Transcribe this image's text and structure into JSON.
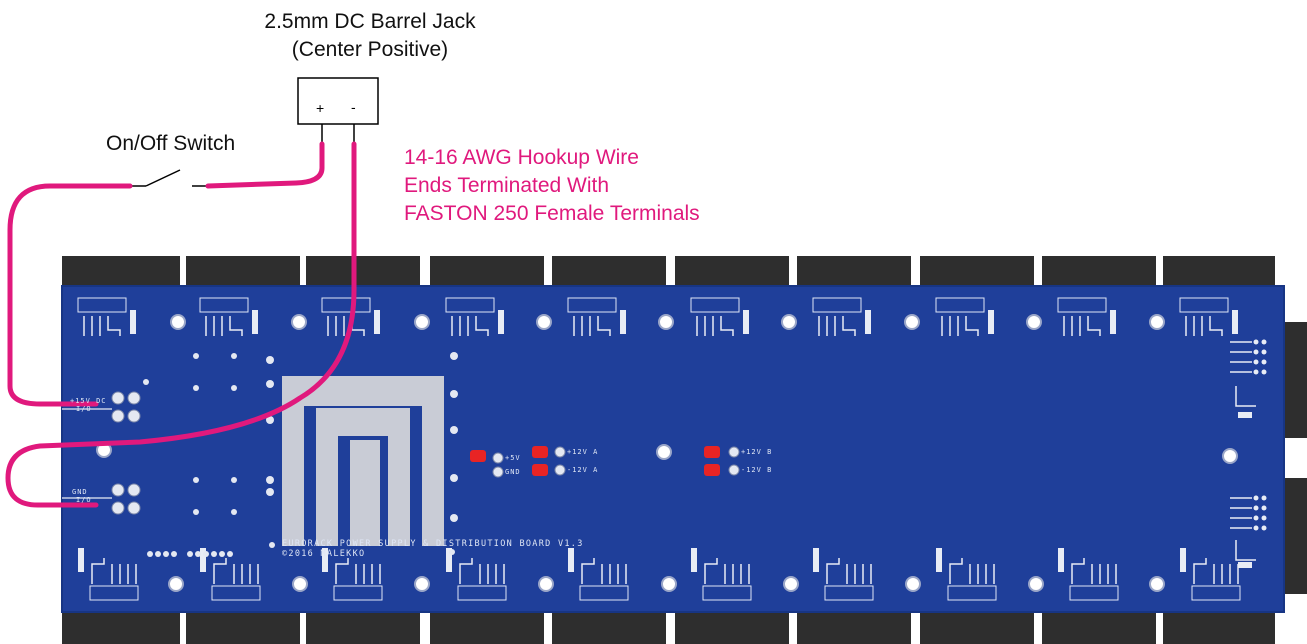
{
  "barrel_jack": {
    "title_line1": "2.5mm DC Barrel Jack",
    "title_line2": "(Center Positive)",
    "plus_label": "+",
    "minus_label": "-"
  },
  "switch": {
    "label": "On/Off Switch"
  },
  "wire_note": {
    "line1": "14-16 AWG Hookup Wire",
    "line2": "Ends Terminated With",
    "line3": "FASTON 250 Female Terminals"
  },
  "board": {
    "title": "EURORACK POWER SUPPLY & DISTRIBUTION BOARD V1.3",
    "copyright": "©2016 MALEKKO",
    "input_label_top_a": "+15V DC",
    "input_label_top_b": "I/O",
    "input_label_bottom_a": "GND",
    "input_label_bottom_b": "I/O",
    "rail_plus5": "+5V",
    "rail_gnd": "GND",
    "rail_plus12a": "+12V A",
    "rail_minus12a": "-12V A",
    "rail_plus12b": "+12V B",
    "rail_minus12b": "-12V B"
  },
  "colors": {
    "wire": "#e0197d",
    "pcb": "#1f3f9a",
    "connector": "#2b2b2b",
    "logo": "#c9ccd6",
    "led": "#e82424"
  }
}
